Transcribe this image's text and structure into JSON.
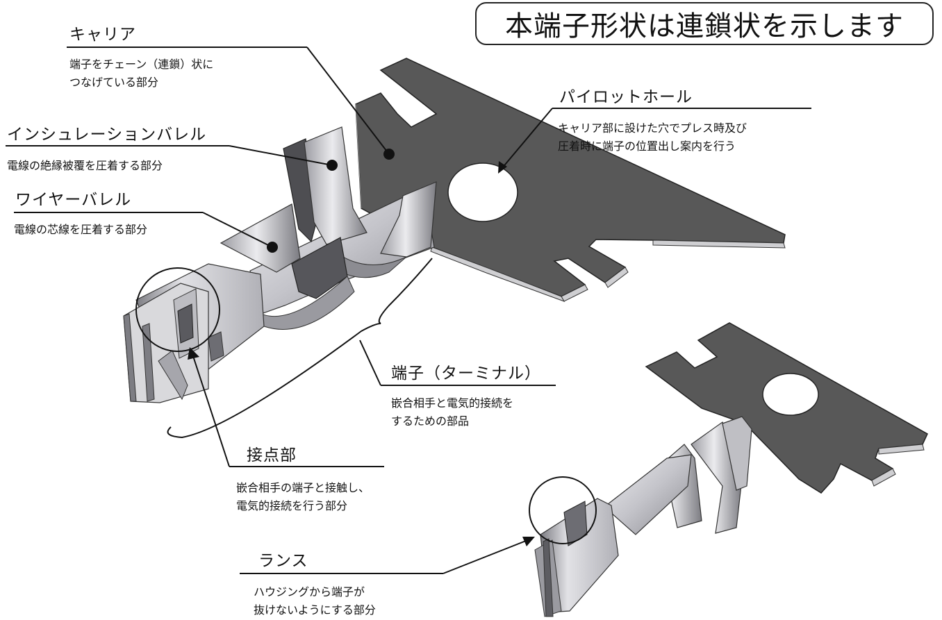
{
  "banner": "本端子形状は連鎖状を示します",
  "callouts": {
    "carrier": {
      "title": "キャリア",
      "desc": "端子をチェーン（連鎖）状に\nつなげている部分"
    },
    "insulation_barrel": {
      "title": "インシュレーションバレル",
      "desc": "電線の絶縁被覆を圧着する部分"
    },
    "wire_barrel": {
      "title": "ワイヤーバレル",
      "desc": "電線の芯線を圧着する部分"
    },
    "pilot_hole": {
      "title": "パイロットホール",
      "desc": "キャリア部に設けた穴でプレス時及び\n圧着時に端子の位置出し案内を行う"
    },
    "terminal": {
      "title": "端子（ターミナル）",
      "desc": "嵌合相手と電気的接続を\nするための部品"
    },
    "contact": {
      "title": "接点部",
      "desc": "嵌合相手の端子と接触し、\n電気的接続を行う部分"
    },
    "lance": {
      "title": "ランス",
      "desc": "ハウジングから端子が\n抜けないようにする部分"
    }
  },
  "colors": {
    "carrier_plate": "#585858",
    "metal_light": "#d6d6da",
    "metal_mid": "#a8a8ae",
    "metal_dark": "#6d6d73",
    "line": "#111111"
  }
}
